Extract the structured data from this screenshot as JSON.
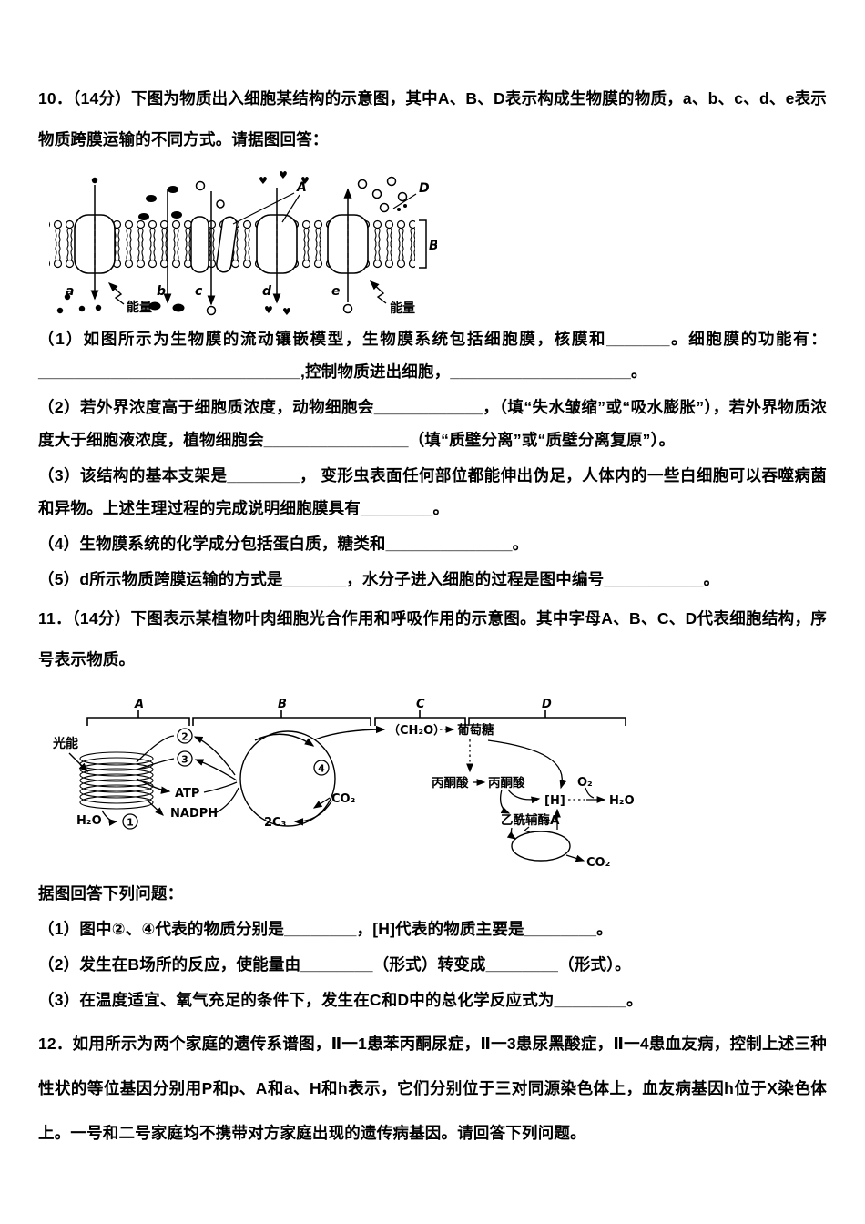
{
  "page": {
    "background": "#ffffff",
    "text_color": "#000000"
  },
  "q10": {
    "intro": "10．（14分）下图为物质出入细胞某结构的示意图，其中A、B、D表示构成生物膜的物质，a、b、c、d、e表示物质跨膜运输的不同方式。请据图回答：",
    "items": [
      "（1）如图所示为生物膜的流动镶嵌模型，生物膜系统包括细胞膜，核膜和_______。细胞膜的功能有：_____________________________,控制物质进出细胞，____________________。",
      "（2）若外界浓度高于细胞质浓度，动物细胞会____________，（填“失水皱缩”或“吸水膨胀”），若外界物质浓度大于细胞液浓度，植物细胞会________________（填“质壁分离”或“质壁分离复原”）。",
      "（3）该结构的基本支架是________， 变形虫表面任何部位都能伸出伪足，人体内的一些白细胞可以吞噬病菌和异物。上述生理过程的完成说明细胞膜具有________。",
      "（4）生物膜系统的化学成分包括蛋白质，糖类和______________。",
      "（5）d所示物质跨膜运输的方式是_______，水分子进入细胞的过程是图中编号___________。"
    ]
  },
  "membrane_diagram": {
    "transport_labels": [
      "a",
      "b",
      "c",
      "d",
      "e"
    ],
    "component_labels": {
      "A": "A",
      "B": "B",
      "D": "D"
    },
    "energy_left": "能量",
    "energy_right": "能量"
  },
  "q11": {
    "intro": "11．（14分）下图表示某植物叶肉细胞光合作用和呼吸作用的示意图。其中字母A、B、C、D代表细胞结构，序号表示物质。",
    "prompt": "据图回答下列问题：",
    "items": [
      "（1）图中②、④代表的物质分别是________，[H]代表的物质主要是________。",
      "（2）发生在B场所的反应，使能量由________（形式）转变成________（形式）。",
      "（3）在温度适宜、氧气充足的条件下，发生在C和D中的总化学反应式为________。"
    ]
  },
  "photosynthesis_diagram": {
    "brackets": [
      "A",
      "B",
      "C",
      "D"
    ],
    "circled_numbers": [
      "1",
      "2",
      "3",
      "4"
    ],
    "labels": {
      "light": "光能",
      "h2o_in": "H₂O",
      "atp": "ATP",
      "nadph": "NADPH",
      "c3": "2C₃",
      "co2_in": "CO₂",
      "ch2o": "（CH₂O）",
      "glucose": "葡萄糖",
      "pyruvate_c": "丙酮酸",
      "pyruvate_d": "丙酮酸",
      "acetyl_coa": "乙酰辅酶A",
      "nadh": "[H]",
      "o2": "O₂",
      "h2o_out": "H₂O",
      "co2_out": "CO₂"
    }
  },
  "q12": {
    "intro": "12．如用所示为两个家庭的遗传系谱图，Ⅱ一1患苯丙酮尿症，Ⅱ一3患尿黑酸症，Ⅱ一4患血友病，控制上述三种性状的等位基因分别用P和p、A和a、H和h表示，它们分别位于三对同源染色体上，血友病基因h位于X染色体上。一号和二号家庭均不携带对方家庭出现的遗传病基因。请回答下列问题。"
  }
}
